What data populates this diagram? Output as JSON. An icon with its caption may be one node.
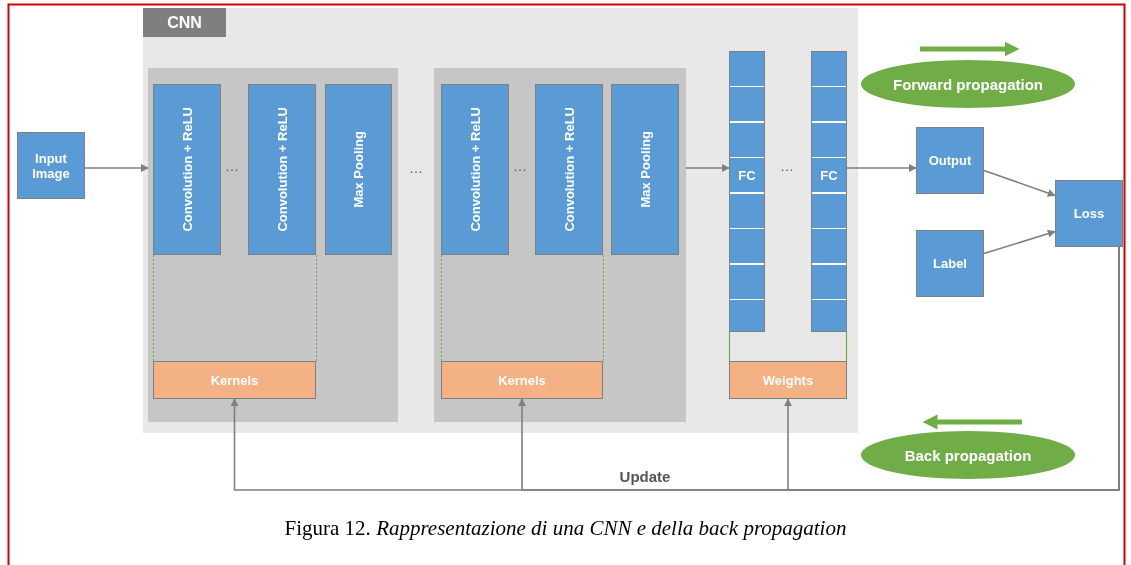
{
  "diagram": {
    "caption": "Figura 12. *Rappresentazione di una CNN e della back propagation*",
    "nodes": [
      {
        "text": [
          "Input Image"
        ]
      },
      {
        "text": [
          "CNN"
        ]
      },
      {
        "text": [],
        "shape": "box",
        "in": 1
      },
      {
        "text": [
          "Convolution + ReLU"
        ],
        "in": 2
      },
      {
        "text": [
          "Convolution + ReLU"
        ],
        "in": 2
      },
      {
        "text": [
          "Max Pooling"
        ],
        "in": 2
      },
      {
        "text": [
          "Kernels"
        ],
        "in": 2
      },
      {
        "text": [],
        "shape": "box",
        "in": 1
      },
      {
        "text": [
          "Convolution + ReLU"
        ],
        "in": 7
      },
      {
        "text": [
          "Convolution + ReLU"
        ],
        "in": 7
      },
      {
        "text": [
          "Max Pooling"
        ],
        "in": 7
      },
      {
        "text": [
          "Kernels"
        ],
        "in": 7
      },
      {
        "text": [
          "FC"
        ],
        "in": 1
      },
      {
        "text": [
          "FC"
        ],
        "in": 1
      },
      {
        "text": [
          "Weights"
        ],
        "in": 1
      },
      {
        "text": [
          "Forward propagation"
        ]
      },
      {
        "text": [
          "Output"
        ]
      },
      {
        "text": [
          "Label"
        ]
      },
      {
        "text": [
          "Loss"
        ]
      },
      {
        "text": [
          "Back propagation"
        ]
      }
    ],
    "edges": [
      {
        "from": 0,
        "to": 2,
        "arrow": "to"
      },
      {
        "from": 7,
        "to": 12,
        "arrow": "to"
      },
      {
        "from": 13,
        "to": 16,
        "arrow": "to"
      },
      {
        "from": 16,
        "to": 18,
        "arrow": "to"
      },
      {
        "from": 17,
        "to": 18,
        "arrow": "to"
      },
      {
        "from": 18,
        "to": 6,
        "arrow": "to"
      },
      {
        "from": 18,
        "to": 11,
        "arrow": "to",
        "label": "Update"
      },
      {
        "from": 18,
        "to": 14,
        "arrow": "to"
      }
    ],
    "labels": [
      "…",
      "…",
      "…",
      "…"
    ]
  }
}
